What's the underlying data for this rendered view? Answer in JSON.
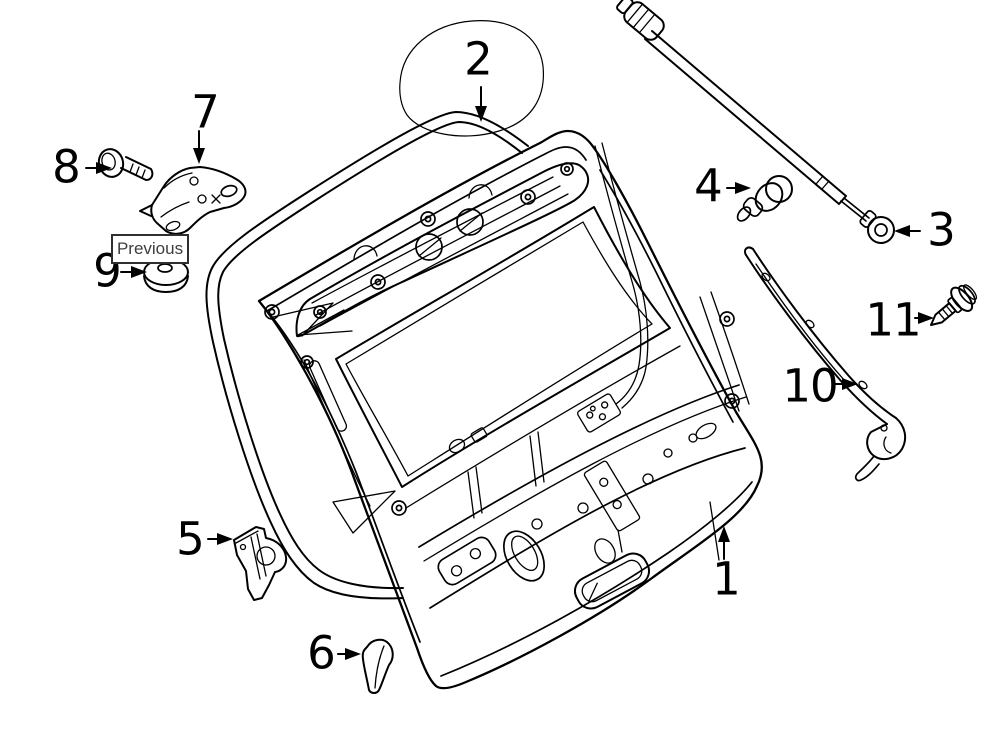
{
  "colors": {
    "background": "#ffffff",
    "line_color": "#000000",
    "previous_border": "#2f2f2f",
    "previous_text": "#3e3e3e",
    "previous_background": "#ffffff"
  },
  "previous_button": {
    "label": "Previous"
  },
  "diagram": {
    "callouts": [
      {
        "label": "1"
      },
      {
        "label": "2"
      },
      {
        "label": "3"
      },
      {
        "label": "4"
      },
      {
        "label": "5"
      },
      {
        "label": "6"
      },
      {
        "label": "7"
      },
      {
        "label": "8"
      },
      {
        "label": "9"
      },
      {
        "label": "10"
      },
      {
        "label": "11"
      }
    ]
  }
}
